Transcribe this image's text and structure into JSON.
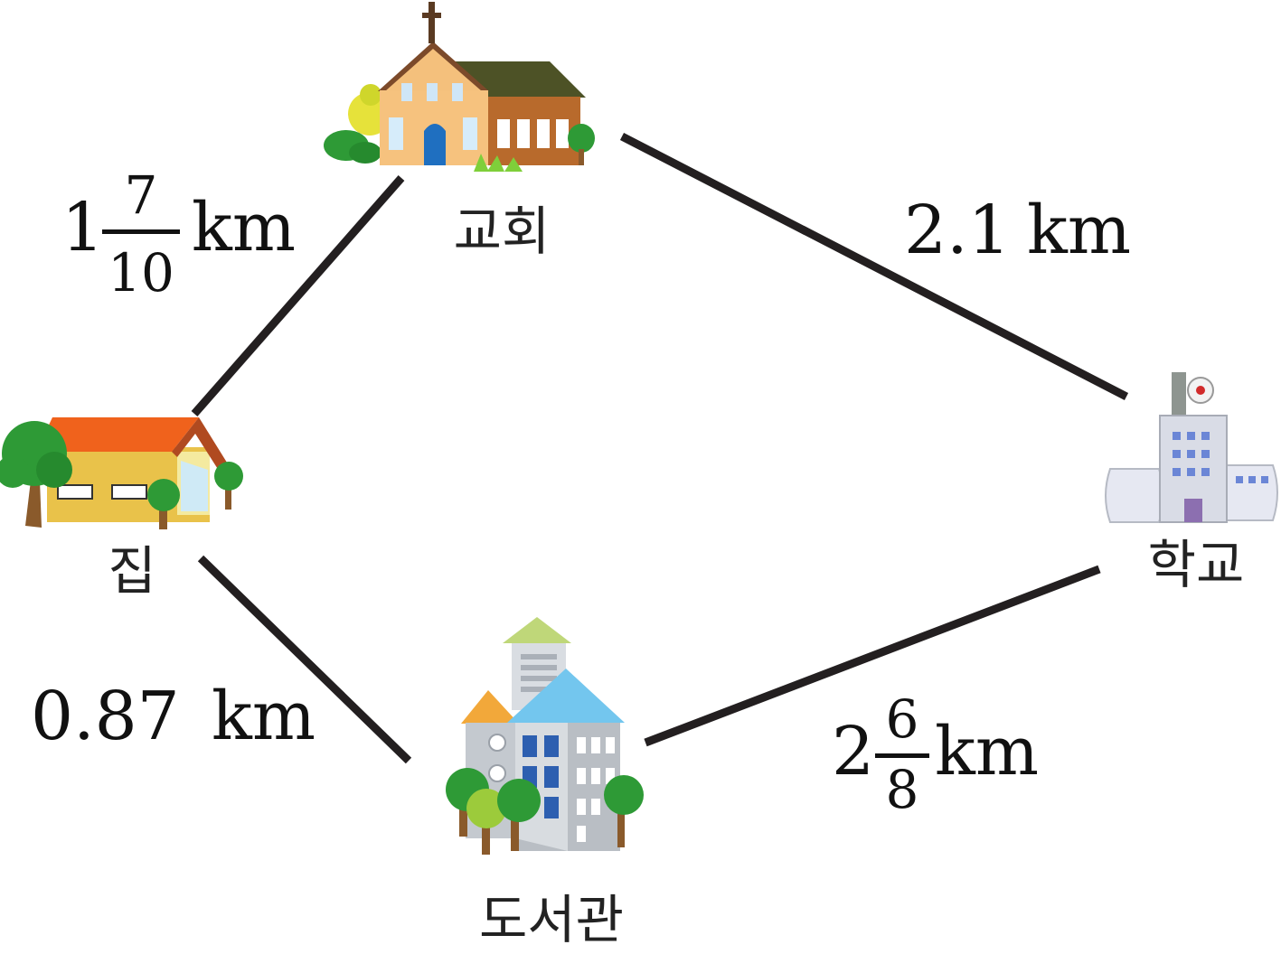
{
  "places": {
    "church": {
      "label": "교회"
    },
    "home": {
      "label": "집"
    },
    "school": {
      "label": "학교"
    },
    "library": {
      "label": "도서관"
    }
  },
  "distances": {
    "home_church": {
      "whole": "1",
      "numerator": "7",
      "denominator": "10",
      "unit": "km"
    },
    "church_school": {
      "text": "2.1",
      "unit": "km"
    },
    "home_library": {
      "text": "0.87",
      "unit": "km"
    },
    "library_school": {
      "whole": "2",
      "numerator": "6",
      "denominator": "8",
      "unit": "km"
    }
  },
  "colors": {
    "line": "#231f20",
    "tree": "#2e9a36",
    "trunk": "#8a5a2b",
    "church_wall": "#f6c27e",
    "church_roof": "#4d5226",
    "house_roof": "#f0621c",
    "house_wall": "#e9c24a",
    "library_roof": "#73c6ee",
    "library_wall": "#b9bec4"
  }
}
